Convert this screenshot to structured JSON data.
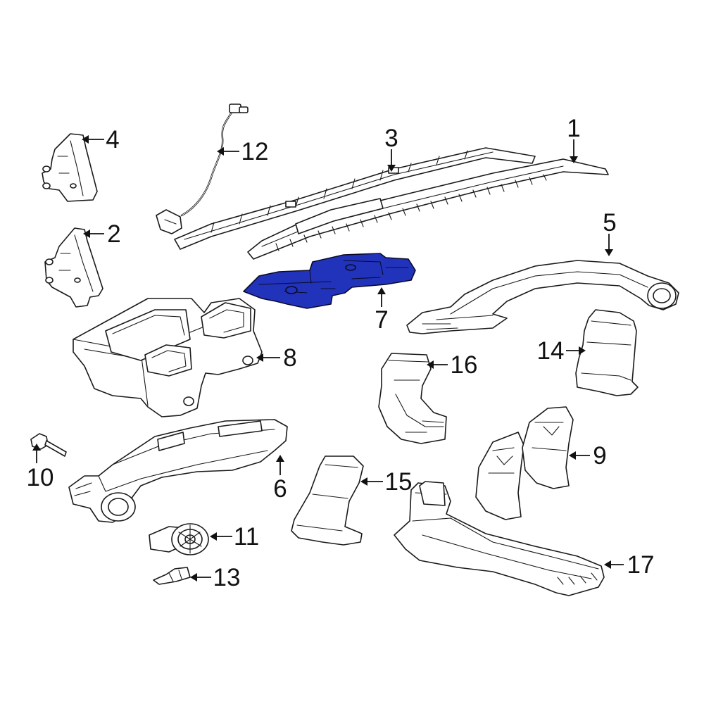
{
  "diagram": {
    "highlight_color": "#2233bb",
    "callouts": [
      "1",
      "2",
      "3",
      "4",
      "5",
      "6",
      "7",
      "8",
      "9",
      "10",
      "11",
      "12",
      "13",
      "14",
      "15",
      "16",
      "17"
    ]
  }
}
